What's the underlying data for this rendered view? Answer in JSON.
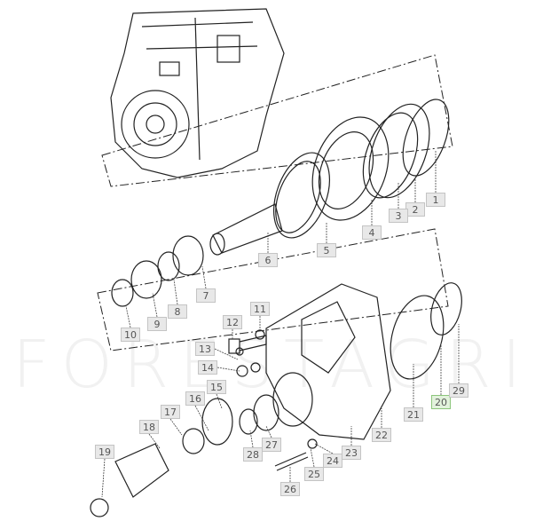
{
  "watermark": "FORESTAGRI",
  "selected_part": "20",
  "colors": {
    "label_bg": "#e8e8e8",
    "label_border": "#c4c4c4",
    "selected_bg": "#e2f2dc",
    "selected_border": "#8cc67c",
    "line": "#222222"
  },
  "parts": [
    "1",
    "2",
    "3",
    "4",
    "5",
    "6",
    "7",
    "8",
    "9",
    "10",
    "11",
    "12",
    "13",
    "14",
    "15",
    "16",
    "17",
    "18",
    "19",
    "20",
    "21",
    "22",
    "23",
    "24",
    "25",
    "26",
    "27",
    "28",
    "29"
  ]
}
